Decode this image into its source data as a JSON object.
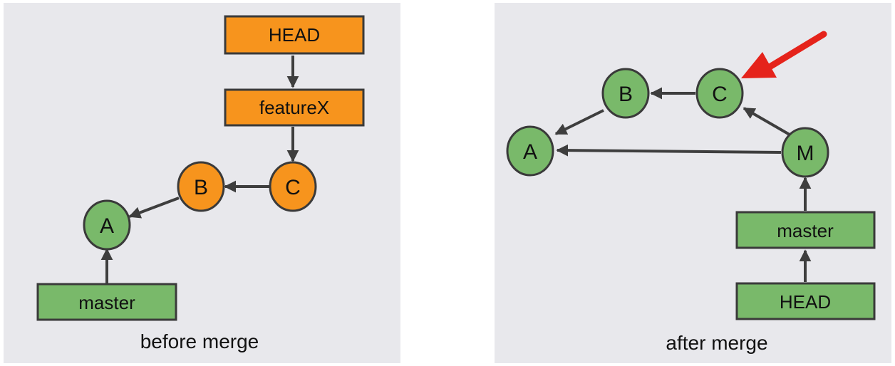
{
  "colors": {
    "panel_bg": "#e8e8ec",
    "commit_green": "#79b96a",
    "branch_orange": "#f7941d",
    "outline": "#3a3a3a",
    "arrow": "#3e3e3e",
    "highlight_arrow": "#e5231b"
  },
  "before": {
    "caption": "before merge",
    "nodes": {
      "A": {
        "label": "A"
      },
      "B": {
        "label": "B"
      },
      "C": {
        "label": "C"
      }
    },
    "boxes": {
      "head": {
        "label": "HEAD"
      },
      "featurex": {
        "label": "featureX"
      },
      "master": {
        "label": "master"
      }
    }
  },
  "after": {
    "caption": "after merge",
    "nodes": {
      "A": {
        "label": "A"
      },
      "B": {
        "label": "B"
      },
      "C": {
        "label": "C"
      },
      "M": {
        "label": "M"
      }
    },
    "boxes": {
      "master": {
        "label": "master"
      },
      "head": {
        "label": "HEAD"
      }
    }
  }
}
